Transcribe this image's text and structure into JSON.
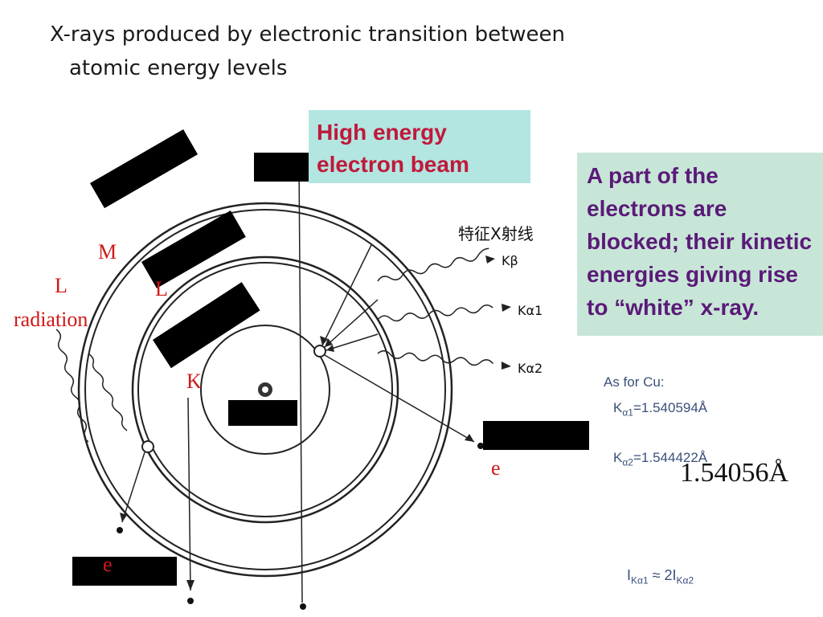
{
  "title": {
    "line1": "X-rays produced by electronic transition between",
    "line2": "atomic energy levels"
  },
  "beam_box": {
    "line1": "High energy",
    "line2": "electron beam"
  },
  "white_box": {
    "text": "A part of the electrons are blocked; their kinetic energies giving rise to “white” x-ray."
  },
  "diagram": {
    "chinese_label": "特征X射线",
    "k_beta": "Kβ",
    "k_alpha1": "Kα1",
    "k_alpha2": "Kα2",
    "shell_m": "M",
    "shell_l": "L",
    "shell_k": "K",
    "l_radiation_line1": "L",
    "l_radiation_line2": "radiation",
    "electron_right": "e",
    "electron_bottom": "e"
  },
  "cu": {
    "heading": "As for Cu:",
    "ka1_prefix": "K",
    "ka1_sub": "α1",
    "ka1_value": "=1.540594Å",
    "ka2_prefix": "K",
    "ka2_sub": "α2",
    "ka2_value": "=1.544422Å",
    "average": "1.54056Å"
  },
  "ratio": {
    "i1": "I",
    "sub1": "Kα1",
    "approx": " ≈ 2I",
    "sub2": "Kα2"
  },
  "colors": {
    "beam_box_bg": "#b3e5e1",
    "beam_text": "#c0193a",
    "white_box_bg": "#c8e6d7",
    "white_text": "#5a1a78",
    "label_red": "#d01818",
    "cu_text": "#3a4f7a"
  }
}
